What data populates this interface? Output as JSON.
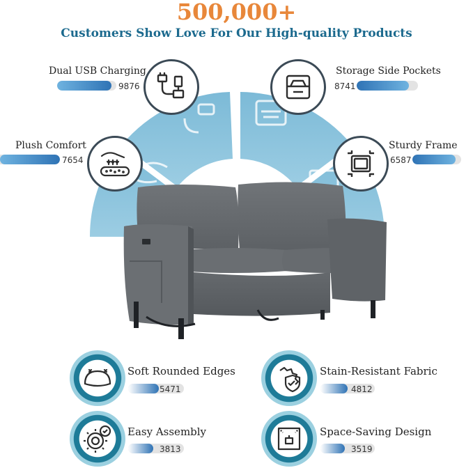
{
  "header": {
    "headline": "500,000+",
    "subline": "Customers Show Love For Our High-quality Products"
  },
  "colors": {
    "accent_orange": "#e8873a",
    "accent_blue": "#1c6a8e",
    "fan_blue": "#79b9d6",
    "bar_blue": "#2f73b5",
    "bar_light": "#6fb3e0"
  },
  "top_features": [
    {
      "label": "Dual USB Charging",
      "count": "9876",
      "icon": "usb-cable-icon",
      "level": 0.9
    },
    {
      "label": "Storage Side Pockets",
      "count": "8741",
      "icon": "side-pocket-icon",
      "level": 0.8
    },
    {
      "label": "Plush Comfort",
      "count": "7654",
      "icon": "cushion-hand-icon",
      "level": 0.98
    },
    {
      "label": "Sturdy Frame",
      "count": "6587",
      "icon": "frame-icon",
      "level": 0.85
    }
  ],
  "bottom_features": [
    {
      "label": "Soft Rounded Edges",
      "count": "5471",
      "icon": "rounded-edge-icon",
      "level": 0.6
    },
    {
      "label": "Stain-Resistant Fabric",
      "count": "4812",
      "icon": "stain-shield-icon",
      "level": 0.55
    },
    {
      "label": "Easy Assembly",
      "count": "3813",
      "icon": "gear-check-icon",
      "level": 0.45
    },
    {
      "label": "Space-Saving Design",
      "count": "3519",
      "icon": "compact-room-icon",
      "level": 0.45
    }
  ]
}
